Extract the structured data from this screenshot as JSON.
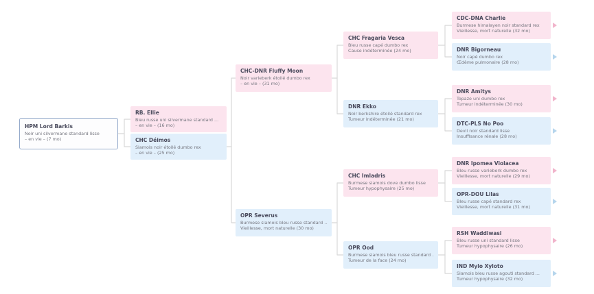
{
  "diagram": {
    "type": "pedigree-tree",
    "orientation": "left-to-right",
    "colors": {
      "female_card_bg": "#fce4ee",
      "male_card_bg": "#e1effb",
      "root_card_border": "#94aacb",
      "title_text": "#494a5c",
      "description_text": "#75767f",
      "connector_line": "#d8d8d8",
      "female_expand_arrow": "#f1b4cb",
      "male_expand_arrow": "#b5d5ec"
    },
    "icons": {
      "expand_ancestors": "right-triangle"
    }
  },
  "nodes": {
    "barkis": {
      "title": "HPM Lord Barkis",
      "line1": "Noir uni silvermane standard lisse",
      "line2": "– en vie – (7 mo)",
      "sex": "subject"
    },
    "ellie": {
      "title": "RB. Ellie",
      "line1": "Bleu russe uni silvermane standard ...",
      "line2": "– en vie – (16 mo)",
      "sex": "female"
    },
    "deimos": {
      "title": "CHC Déimos",
      "line1": "Siamois noir étoilé dumbo rex",
      "line2": "– en vie – (25 mo)",
      "sex": "male"
    },
    "fluffy": {
      "title": "CHC-DNR Fluffy Moon",
      "line1": "Noir varieberk étoilé dumbo rex",
      "line2": "– en vie – (31 mo)",
      "sex": "female"
    },
    "severus": {
      "title": "OPR Severus",
      "line1": "Burmese siamois bleu russe standard ...",
      "line2": "Vieillesse, mort naturelle (30 mo)",
      "sex": "male"
    },
    "fragaria": {
      "title": "CHC Fragaria Vesca",
      "line1": "Bleu russe capé dumbo rex",
      "line2": "Cause indéterminée (24 mo)",
      "sex": "female"
    },
    "ekko": {
      "title": "DNR Ekko",
      "line1": "Noir berkshire étoilé standard rex",
      "line2": "Tumeur indéterminée (21 mo)",
      "sex": "male"
    },
    "imladris": {
      "title": "CHC Imladris",
      "line1": "Burmese siamois dove dumbo lisse",
      "line2": "Tumeur hypophysaire (25 mo)",
      "sex": "female"
    },
    "ood": {
      "title": "OPR Ood",
      "line1": "Burmese siamois bleu russe standard ...",
      "line2": "Tumeur de la face (24 mo)",
      "sex": "male"
    },
    "charlie": {
      "title": "CDC-DNA Charlie",
      "line1": "Burmese himalayen noir standard rex",
      "line2": "Vieillesse, mort naturelle (32 mo)",
      "sex": "female",
      "expandable": true
    },
    "bigorneau": {
      "title": "DNR Bigorneau",
      "line1": "Noir capé dumbo rex",
      "line2": "Œdème pulmonaire (28 mo)",
      "sex": "male",
      "expandable": true
    },
    "amitys": {
      "title": "DNR Amitys",
      "line1": "Topaze uni dumbo rex",
      "line2": "Tumeur indéterminée (30 mo)",
      "sex": "female",
      "expandable": true
    },
    "nopoo": {
      "title": "DTC-PLS No Poo",
      "line1": "Devil noir standard lisse",
      "line2": "Insuffisance rénale (28 mo)",
      "sex": "male",
      "expandable": true
    },
    "ipomea": {
      "title": "DNR Ipomea Violacea",
      "line1": "Bleu russe varieberk dumbo rex",
      "line2": "Vieillesse, mort naturelle (29 mo)",
      "sex": "female",
      "expandable": true
    },
    "lilas": {
      "title": "OPR-DOU Lilas",
      "line1": "Bleu russe capé standard rex",
      "line2": "Vieillesse, mort naturelle (31 mo)",
      "sex": "male",
      "expandable": true
    },
    "waddiwasi": {
      "title": "RSH Waddiwasi",
      "line1": "Bleu russe uni standard lisse",
      "line2": "Tumeur hypophysaire (26 mo)",
      "sex": "female",
      "expandable": true
    },
    "mylo": {
      "title": "IND Mylo Xyloto",
      "line1": "Siamois bleu russe agouti standard ...",
      "line2": "Tumeur hypophysaire (32 mo)",
      "sex": "male",
      "expandable": true
    }
  }
}
